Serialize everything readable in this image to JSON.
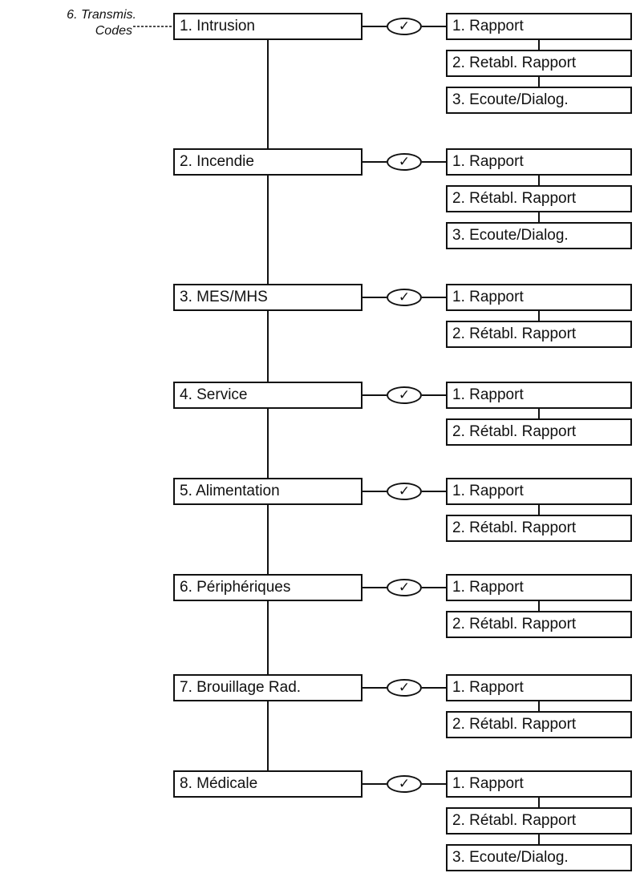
{
  "menu_path": {
    "line1": "6. Transmis.",
    "line2": "Codes"
  },
  "check_symbol": "✓",
  "categories": [
    {
      "label": "1. Intrusion",
      "options": [
        "1. Rapport",
        "2. Retabl. Rapport",
        "3. Ecoute/Dialog."
      ]
    },
    {
      "label": "2. Incendie",
      "options": [
        "1. Rapport",
        "2. Rétabl. Rapport",
        "3. Ecoute/Dialog."
      ]
    },
    {
      "label": "3. MES/MHS",
      "options": [
        "1. Rapport",
        "2. Rétabl. Rapport"
      ]
    },
    {
      "label": "4. Service",
      "options": [
        "1. Rapport",
        "2. Rétabl. Rapport"
      ]
    },
    {
      "label": "5. Alimentation",
      "options": [
        "1. Rapport",
        "2. Rétabl. Rapport"
      ]
    },
    {
      "label": "6. Périphériques",
      "options": [
        "1. Rapport",
        "2. Rétabl. Rapport"
      ]
    },
    {
      "label": "7. Brouillage Rad.",
      "options": [
        "1. Rapport",
        "2. Rétabl. Rapport"
      ]
    },
    {
      "label": "8. Médicale",
      "options": [
        "1. Rapport",
        "2. Rétabl. Rapport",
        "3. Ecoute/Dialog."
      ]
    }
  ]
}
